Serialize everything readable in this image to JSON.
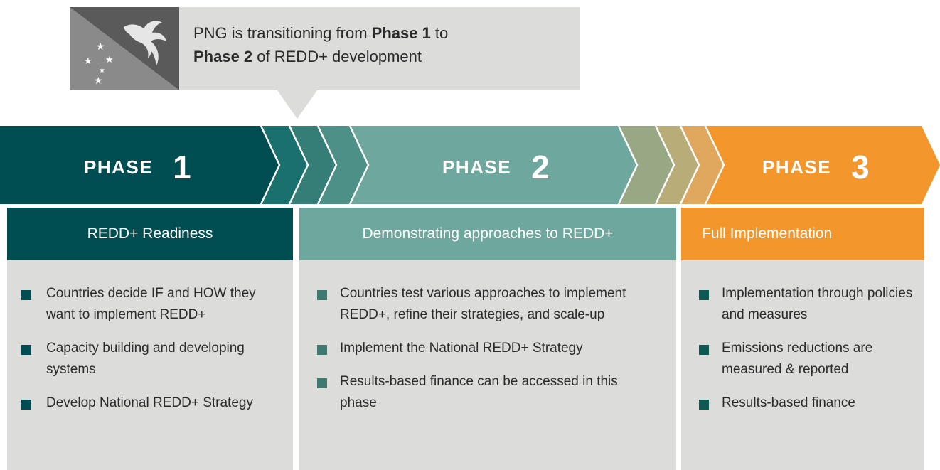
{
  "callout": {
    "prefix": "PNG is transitioning from ",
    "phase_from": "Phase 1",
    "middle": " to",
    "phase_to": "Phase 2",
    "suffix": " of REDD+ development"
  },
  "phases": [
    {
      "word": "PHASE",
      "number": "1"
    },
    {
      "word": "PHASE",
      "number": "2"
    },
    {
      "word": "PHASE",
      "number": "3"
    }
  ],
  "columns": [
    {
      "title": "REDD+ Readiness",
      "bullets": [
        "Countries decide IF and HOW they want to implement REDD+",
        "Capacity building and developing systems",
        "Develop National REDD+ Strategy"
      ]
    },
    {
      "title": "Demonstrating approaches to REDD+",
      "bullets": [
        "Countries test various approaches to implement REDD+, refine their strategies, and scale-up",
        "Implement the National REDD+ Strategy",
        "Results-based finance can be accessed in this phase"
      ]
    },
    {
      "title": "Full Implementation",
      "bullets": [
        "Implementation through policies and measures",
        "Emissions reductions are measured & reported",
        "Results-based finance"
      ]
    }
  ],
  "colors": {
    "phase1": "#014e52",
    "phase2": "#6ea79d",
    "phase3": "#f3962b",
    "panel": "#dcdcdb",
    "bullet1": "#014e52",
    "bullet2": "#3f7a70",
    "bullet3": "#0d5a55"
  },
  "icons": [
    "png-flag-icon",
    "bird-of-paradise-icon",
    "southern-cross-stars-icon"
  ]
}
